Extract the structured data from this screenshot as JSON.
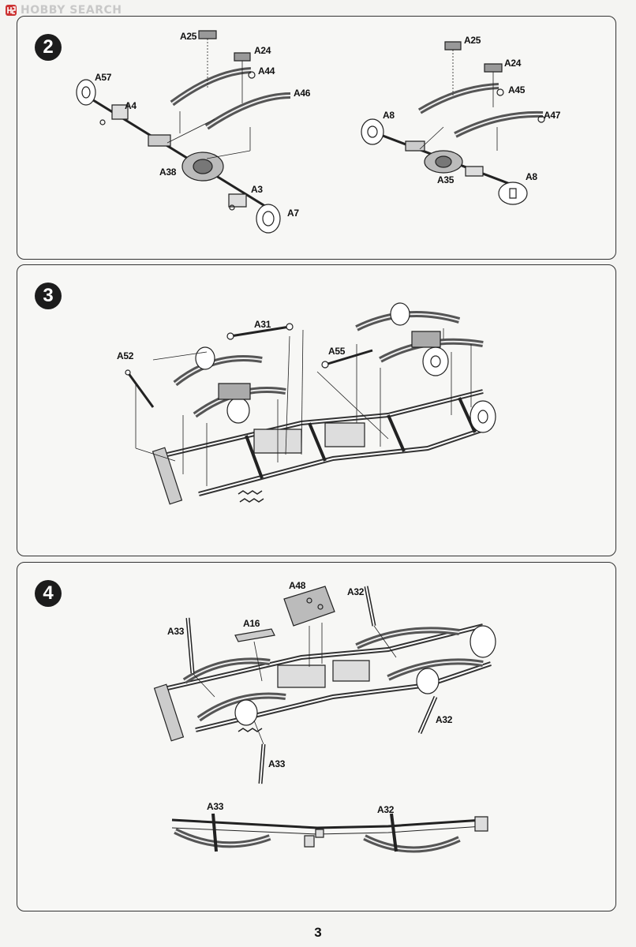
{
  "watermark": {
    "text": "HOBBY SEARCH"
  },
  "steps": [
    {
      "number": "2",
      "labels": [
        "A25",
        "A24",
        "A44",
        "A46",
        "A57",
        "A4",
        "A38",
        "A3",
        "A7",
        "A25",
        "A24",
        "A45",
        "A47",
        "A8",
        "A35",
        "A8"
      ]
    },
    {
      "number": "3",
      "labels": [
        "A31",
        "A52",
        "A55"
      ]
    },
    {
      "number": "4",
      "labels": [
        "A48",
        "A32",
        "A33",
        "A16",
        "A32",
        "A33",
        "A33",
        "A32"
      ]
    }
  ],
  "page": {
    "number": "3"
  },
  "colors": {
    "border": "#333333",
    "step_badge": "#1c1c1c",
    "line_art": "#222222"
  }
}
